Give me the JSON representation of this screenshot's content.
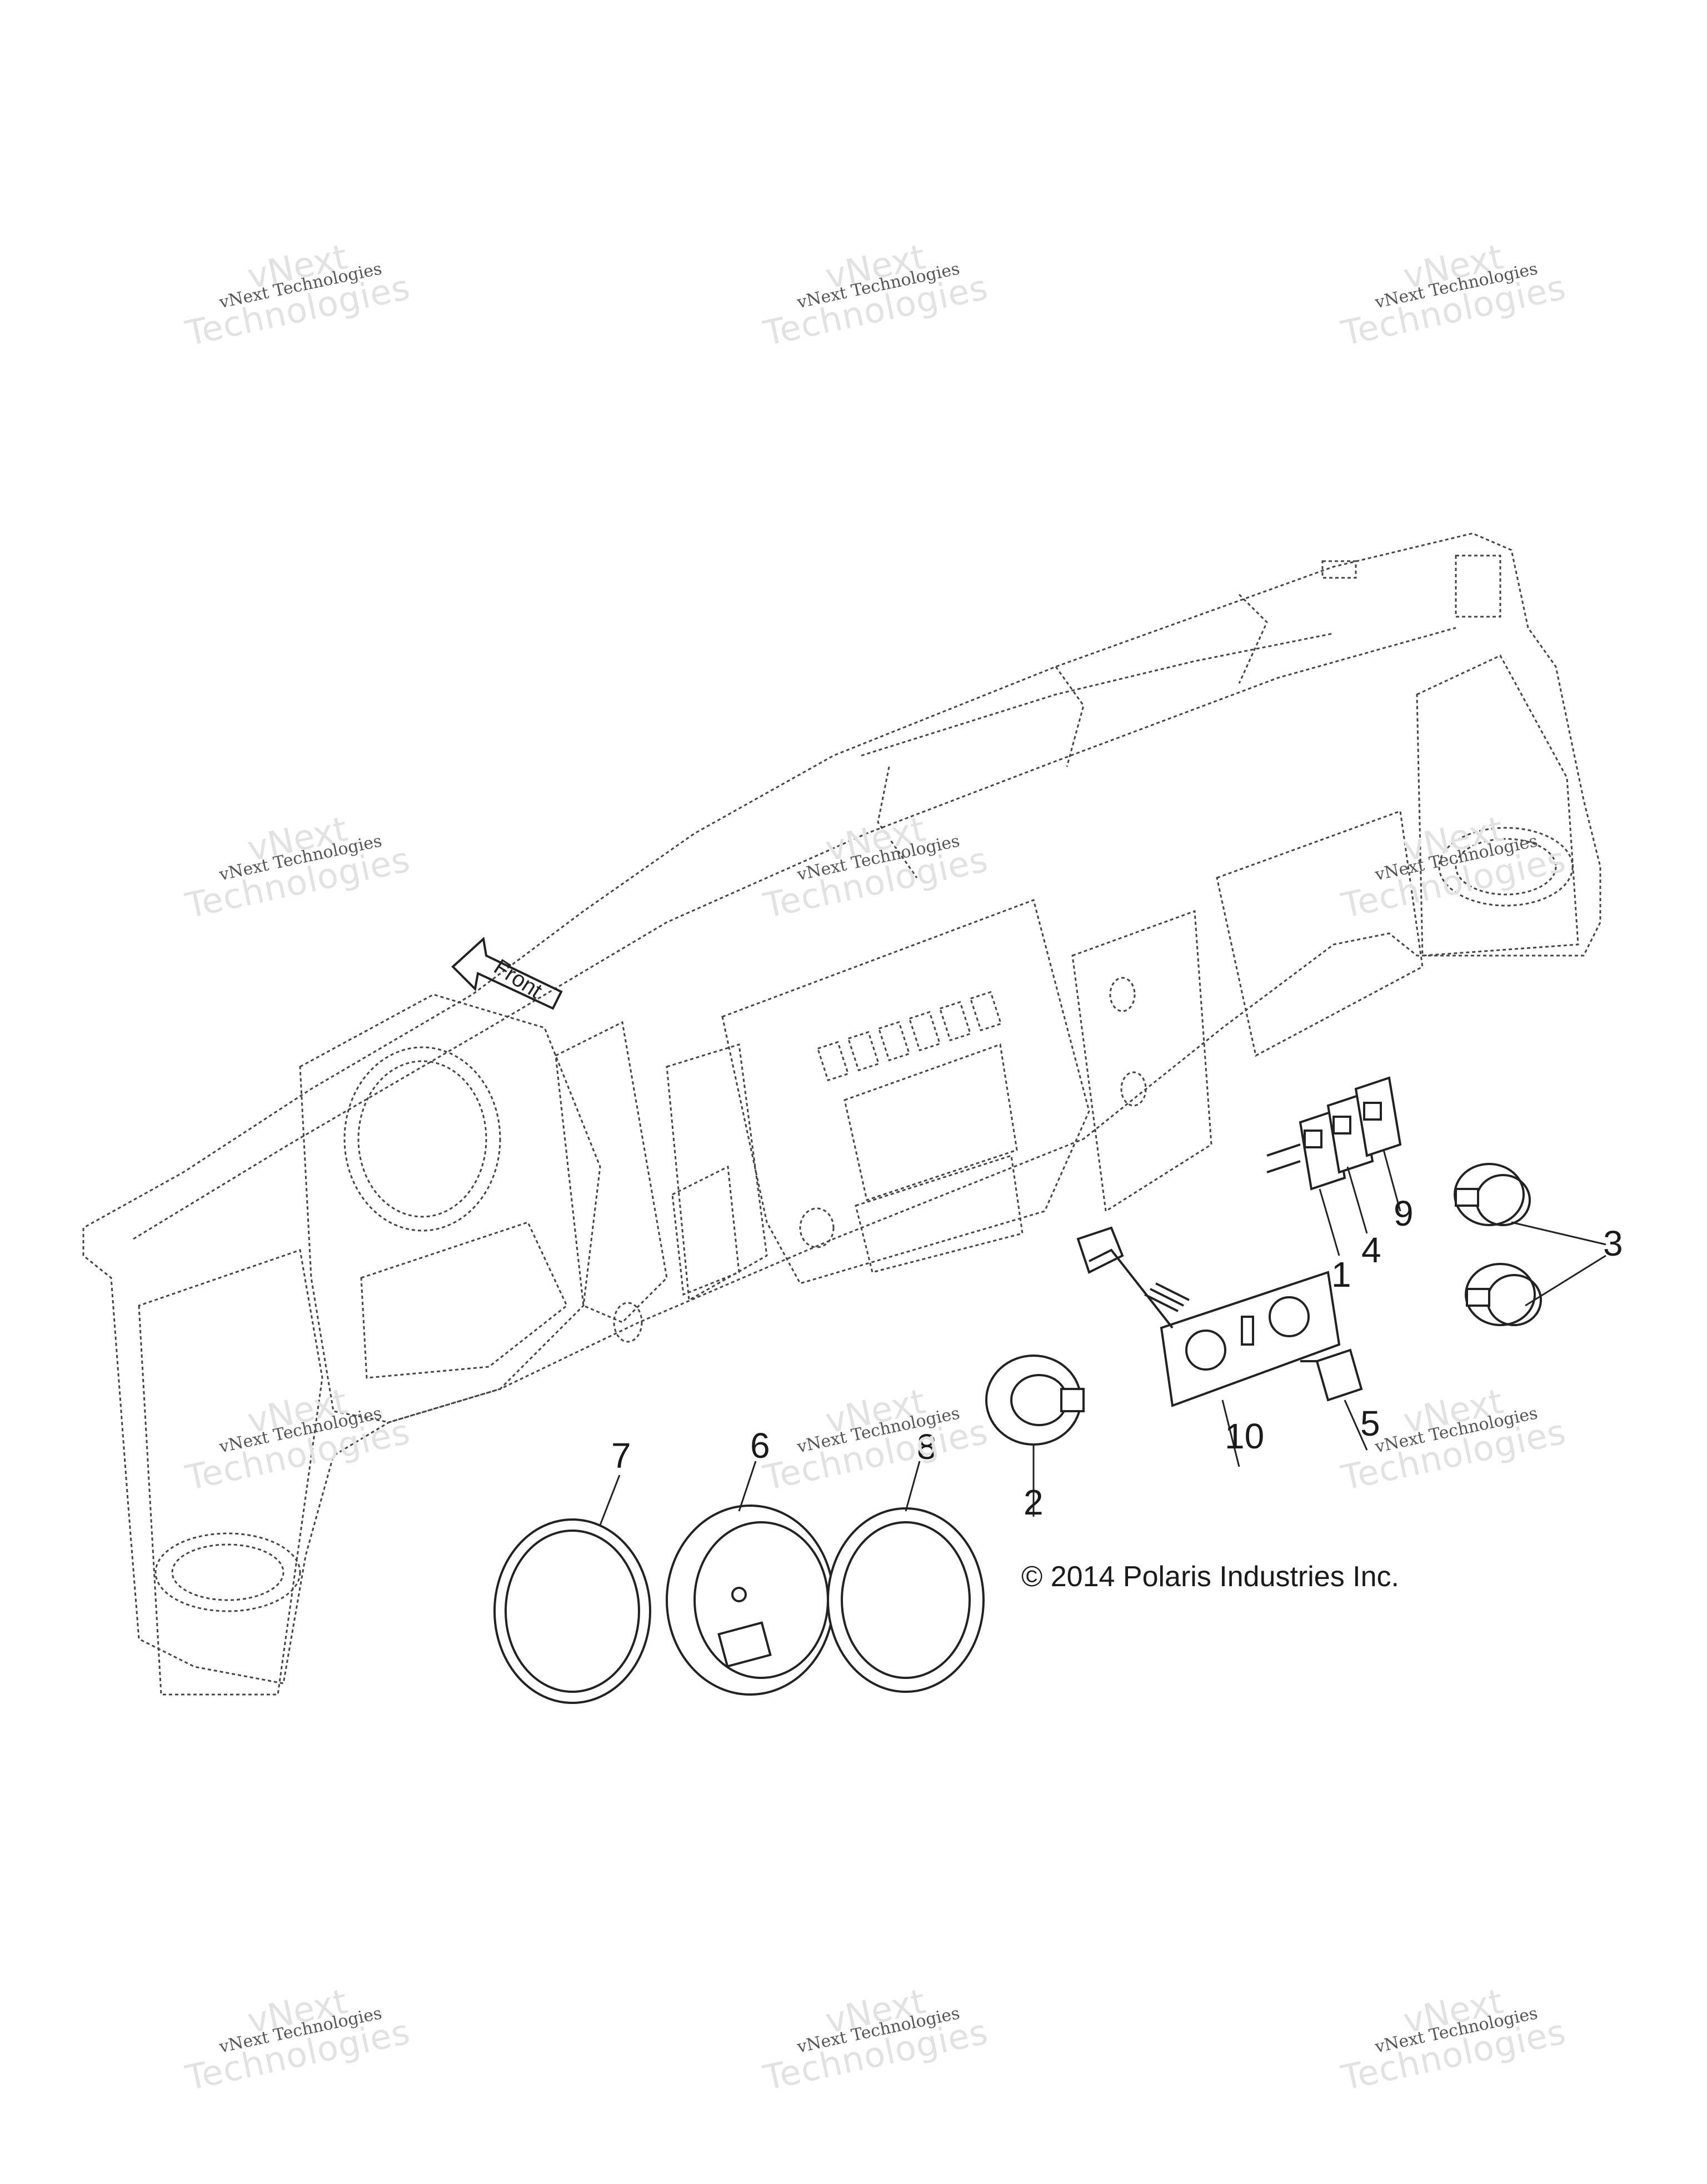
{
  "watermark": {
    "line1": "vNext Technologies",
    "line2": "Technologies",
    "top_word": "vNext"
  },
  "labels": {
    "front_arrow": "Front",
    "copyright": "© 2014 Polaris Industries Inc."
  },
  "callouts": {
    "c1": "1",
    "c2": "2",
    "c3": "3",
    "c4": "4",
    "c5": "5",
    "c6": "6",
    "c7": "7",
    "c8": "8",
    "c9": "9",
    "c10": "10"
  }
}
